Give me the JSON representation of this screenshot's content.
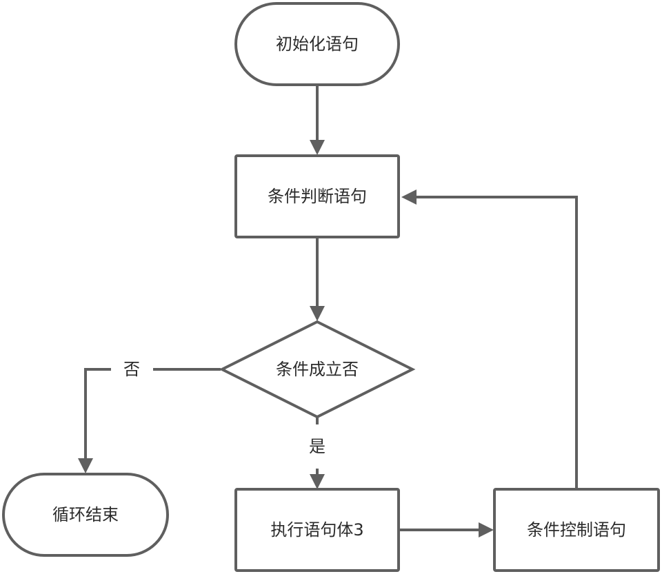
{
  "diagram": {
    "type": "flowchart",
    "title": "",
    "colors": {
      "stroke": "#5f5f5f",
      "text": "#2b2b2b",
      "fill": "#ffffff"
    },
    "nodes": {
      "init": {
        "label": "初始化语句",
        "shape": "terminal"
      },
      "condition_stmt": {
        "label": "条件判断语句",
        "shape": "process"
      },
      "decision": {
        "label": "条件成立否",
        "shape": "decision"
      },
      "end": {
        "label": "循环结束",
        "shape": "terminal"
      },
      "body": {
        "label": "执行语句体3",
        "shape": "process"
      },
      "control": {
        "label": "条件控制语句",
        "shape": "process"
      }
    },
    "edges": [
      {
        "from": "init",
        "to": "condition_stmt",
        "label": ""
      },
      {
        "from": "condition_stmt",
        "to": "decision",
        "label": ""
      },
      {
        "from": "decision",
        "to": "end",
        "label": "否"
      },
      {
        "from": "decision",
        "to": "body",
        "label": "是"
      },
      {
        "from": "body",
        "to": "control",
        "label": ""
      },
      {
        "from": "control",
        "to": "condition_stmt",
        "label": ""
      }
    ],
    "edge_labels": {
      "no": "否",
      "yes": "是"
    }
  }
}
